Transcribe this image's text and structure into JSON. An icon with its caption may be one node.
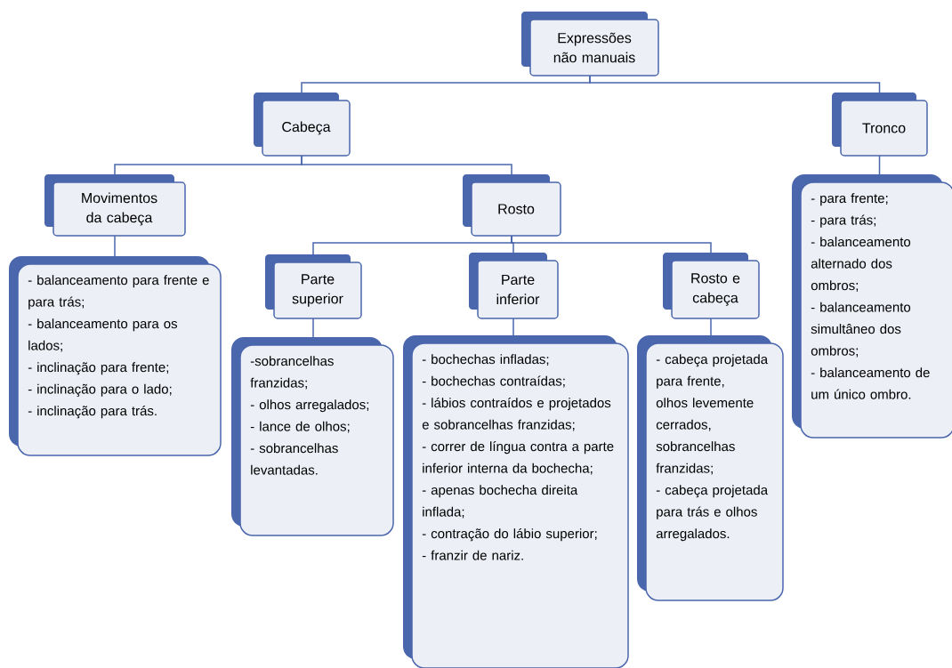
{
  "diagram": {
    "nodes": [
      {
        "text": [
          "Expressões não manuais"
        ]
      },
      {
        "text": [
          "Cabeça"
        ]
      },
      {
        "text": [
          "Tronco"
        ]
      },
      {
        "text": [
          "Movimentos da cabeça"
        ]
      },
      {
        "text": [
          "Rosto"
        ]
      },
      {
        "text": [
          "- balanceamento para frente e para trás;",
          "- balanceamento para os lados;",
          "- inclinação para frente;",
          "- inclinação para o lado;",
          "- inclinação para trás."
        ]
      },
      {
        "text": [
          "Parte superior"
        ]
      },
      {
        "text": [
          "Parte inferior"
        ]
      },
      {
        "text": [
          "Rosto e cabeça"
        ]
      },
      {
        "text": [
          "-sobrancelhas franzidas;",
          "- olhos arregalados;",
          "- lance de olhos;",
          "- sobrancelhas levantadas."
        ]
      },
      {
        "text": [
          "- bochechas infladas;",
          "- bochechas contraídas;",
          "- lábios contraídos e projetados e sobrancelhas franzidas;",
          "- correr de língua contra a parte inferior interna da bochecha;",
          "- apenas bochecha direita inflada;",
          "- contração do lábio superior;",
          "- franzir de nariz."
        ]
      },
      {
        "text": [
          "- cabeça projetada para frente, olhos levemente cerrados, sobrancelhas franzidas;",
          "- cabeça projetada para trás e olhos arregalados."
        ]
      },
      {
        "text": [
          "- para frente;",
          "- para trás;",
          "- balanceamento alternado dos ombros;",
          "- balanceamento simultâneo dos ombros;",
          "- balanceamento de um único ombro."
        ]
      }
    ],
    "edges": [
      {
        "from": 0,
        "to": 1,
        "arrow": "none"
      },
      {
        "from": 0,
        "to": 2,
        "arrow": "none"
      },
      {
        "from": 1,
        "to": 3,
        "arrow": "none"
      },
      {
        "from": 1,
        "to": 4,
        "arrow": "none"
      },
      {
        "from": 3,
        "to": 5,
        "arrow": "none"
      },
      {
        "from": 4,
        "to": 6,
        "arrow": "none"
      },
      {
        "from": 4,
        "to": 7,
        "arrow": "none"
      },
      {
        "from": 4,
        "to": 8,
        "arrow": "none"
      },
      {
        "from": 6,
        "to": 9,
        "arrow": "none"
      },
      {
        "from": 7,
        "to": 10,
        "arrow": "none"
      },
      {
        "from": 8,
        "to": 11,
        "arrow": "none"
      },
      {
        "from": 2,
        "to": 12,
        "arrow": "none"
      }
    ]
  }
}
